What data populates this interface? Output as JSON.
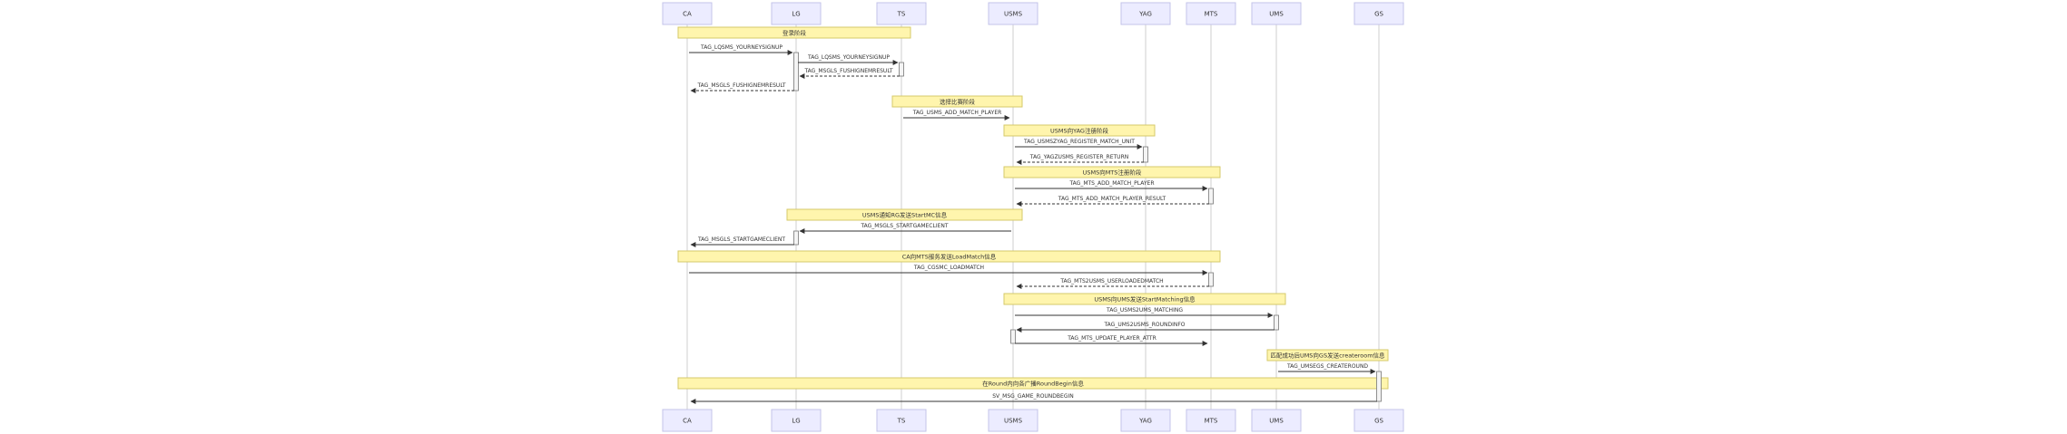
{
  "actors": [
    {
      "id": "CA",
      "label": "CA"
    },
    {
      "id": "LG",
      "label": "LG"
    },
    {
      "id": "TS",
      "label": "TS"
    },
    {
      "id": "USMS",
      "label": "USMS"
    },
    {
      "id": "YAG",
      "label": "YAG"
    },
    {
      "id": "MTS",
      "label": "MTS"
    },
    {
      "id": "UMS",
      "label": "UMS"
    },
    {
      "id": "GS",
      "label": "GS"
    }
  ],
  "events": [
    {
      "kind": "note",
      "from": "CA",
      "to": "TS",
      "text": "登录阶段"
    },
    {
      "kind": "msg",
      "from": "CA",
      "to": "LG",
      "text": "TAG_LQSMS_YOURNEYSIGNUP",
      "dashed": false
    },
    {
      "kind": "msg",
      "from": "LG",
      "to": "TS",
      "text": "TAG_LQSMS_YOURNEYSIGNUP",
      "dashed": false
    },
    {
      "kind": "msg",
      "from": "TS",
      "to": "LG",
      "text": "TAG_MSGLS_FUSHIGNEMRESULT",
      "dashed": true
    },
    {
      "kind": "msg",
      "from": "LG",
      "to": "CA",
      "text": "TAG_MSGLS_FUSHIGNEMRESULT",
      "dashed": true
    },
    {
      "kind": "note",
      "from": "TS",
      "to": "USMS",
      "text": "选择比赛阶段"
    },
    {
      "kind": "msg",
      "from": "TS",
      "to": "USMS",
      "text": "TAG_USMS_ADD_MATCH_PLAYER",
      "dashed": false
    },
    {
      "kind": "note",
      "from": "USMS",
      "to": "YAG",
      "text": "USMS向YAG注册阶段"
    },
    {
      "kind": "msg",
      "from": "USMS",
      "to": "YAG",
      "text": "TAG_USMSZYAG_REGISTER_MATCH_UNIT",
      "dashed": false
    },
    {
      "kind": "msg",
      "from": "YAG",
      "to": "USMS",
      "text": "TAG_YAGZUSMS_REGISTER_RETURN",
      "dashed": true
    },
    {
      "kind": "note",
      "from": "USMS",
      "to": "MTS",
      "text": "USMS向MTS注册阶段"
    },
    {
      "kind": "msg",
      "from": "USMS",
      "to": "MTS",
      "text": "TAG_MTS_ADD_MATCH_PLAYER",
      "dashed": false
    },
    {
      "kind": "msg",
      "from": "MTS",
      "to": "USMS",
      "text": "TAG_MTS_ADD_MATCH_PLAYER_RESULT",
      "dashed": true
    },
    {
      "kind": "note",
      "from": "LG",
      "to": "USMS",
      "text": "USMS通知RG发送StartMC信息"
    },
    {
      "kind": "msg",
      "from": "USMS",
      "to": "LG",
      "text": "TAG_MSGLS_STARTGAMECLIENT",
      "dashed": false
    },
    {
      "kind": "msg",
      "from": "LG",
      "to": "CA",
      "text": "TAG_MSGLS_STARTGAMECLIENT",
      "dashed": false
    },
    {
      "kind": "note",
      "from": "CA",
      "to": "MTS",
      "text": "CA向MTS服务发送LoadMatch信息"
    },
    {
      "kind": "msg",
      "from": "CA",
      "to": "MTS",
      "text": "TAG_CGSMC_LOADMATCH",
      "dashed": false
    },
    {
      "kind": "msg",
      "from": "MTS",
      "to": "USMS",
      "text": "TAG_MTS2USMS_USERLOADEDMATCH",
      "dashed": true
    },
    {
      "kind": "note",
      "from": "USMS",
      "to": "UMS",
      "text": "USMS向UMS发送StartMatching信息"
    },
    {
      "kind": "msg",
      "from": "USMS",
      "to": "UMS",
      "text": "TAG_USMS2UMS_MATCHING",
      "dashed": false
    },
    {
      "kind": "msg",
      "from": "UMS",
      "to": "USMS",
      "text": "TAG_UMS2USMS_ROUNDINFO",
      "dashed": false
    },
    {
      "kind": "msg",
      "from": "USMS",
      "to": "MTS",
      "text": "TAG_MTS_UPDATE_PLAYER_ATTR",
      "dashed": false
    },
    {
      "kind": "note",
      "from": "UMS",
      "to": "GS",
      "text": "匹配成功后UMS向GS发送createroom信息"
    },
    {
      "kind": "msg",
      "from": "UMS",
      "to": "GS",
      "text": "TAG_UMSEGS_CREATEROUND",
      "dashed": false
    },
    {
      "kind": "note",
      "from": "CA",
      "to": "GS",
      "text": "在Round内向各广播RoundBegin信息"
    },
    {
      "kind": "msg",
      "from": "GS",
      "to": "CA",
      "text": "SV_MSG_GAME_ROUNDBEGIN",
      "dashed": false
    }
  ],
  "activations": [
    {
      "actor": "LG",
      "start": 1,
      "end": 4
    },
    {
      "actor": "TS",
      "start": 2,
      "end": 3
    },
    {
      "actor": "YAG",
      "start": 8,
      "end": 9
    },
    {
      "actor": "MTS",
      "start": 11,
      "end": 12
    },
    {
      "actor": "LG",
      "start": 14,
      "end": 15
    },
    {
      "actor": "MTS",
      "start": 17,
      "end": 18
    },
    {
      "actor": "UMS",
      "start": 20,
      "end": 21
    },
    {
      "actor": "USMS",
      "start": 21,
      "end": 22
    },
    {
      "actor": "GS",
      "start": 24,
      "end": 26
    }
  ],
  "colors": {
    "actor_fill": "#ececff",
    "note_fill": "#fff5ad",
    "line": "#333333"
  }
}
